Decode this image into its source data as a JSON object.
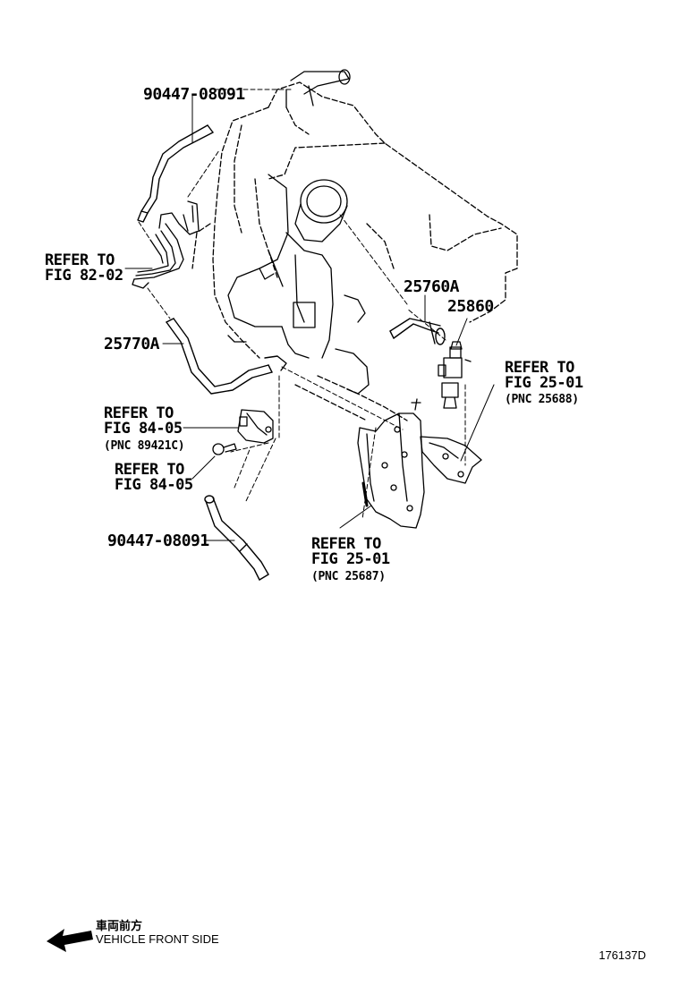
{
  "callouts": {
    "pn_top": "90447-08091",
    "pn_25770a": "25770A",
    "pn_25760a": "25760A",
    "pn_25860": "25860",
    "pn_bottom": "90447-08091",
    "ref_82_02": {
      "line1": "REFER TO",
      "line2": "FIG 82-02"
    },
    "ref_84_05_a": {
      "line1": "REFER TO",
      "line2": "FIG 84-05",
      "pnc": "(PNC 89421C)"
    },
    "ref_84_05_b": {
      "line1": "REFER TO",
      "line2": "FIG 84-05"
    },
    "ref_25_01_right": {
      "line1": "REFER TO",
      "line2": "FIG 25-01",
      "pnc": "(PNC 25688)"
    },
    "ref_25_01_bottom": {
      "line1": "REFER TO",
      "line2": "FIG 25-01",
      "pnc": "(PNC 25687)"
    }
  },
  "legend": {
    "japanese": "車両前方",
    "english": "VEHICLE FRONT SIDE"
  },
  "illustration_code": "176137D"
}
